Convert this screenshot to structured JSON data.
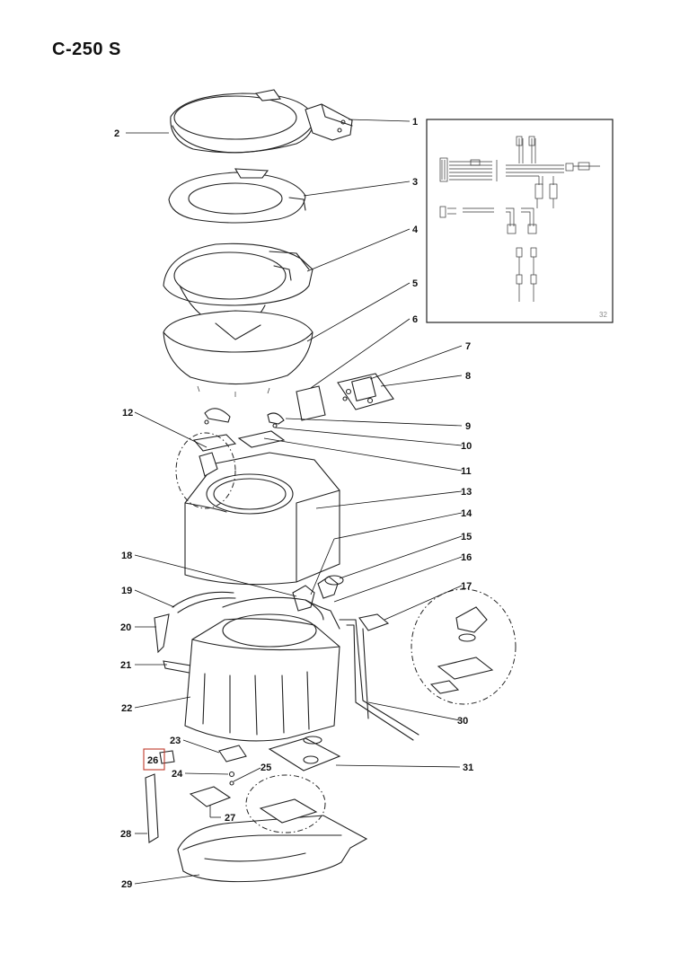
{
  "title": "C-250 S",
  "inset_number": "32",
  "highlighted_label": "26",
  "labels": {
    "l1": "1",
    "l2": "2",
    "l3": "3",
    "l4": "4",
    "l5": "5",
    "l6": "6",
    "l7": "7",
    "l8": "8",
    "l9": "9",
    "l10": "10",
    "l11": "11",
    "l12": "12",
    "l13": "13",
    "l14": "14",
    "l15": "15",
    "l16": "16",
    "l17": "17",
    "l18": "18",
    "l19": "19",
    "l20": "20",
    "l21": "21",
    "l22": "22",
    "l23": "23",
    "l24": "24",
    "l25": "25",
    "l26": "26",
    "l27": "27",
    "l28": "28",
    "l29": "29",
    "l30": "30",
    "l31": "31"
  }
}
